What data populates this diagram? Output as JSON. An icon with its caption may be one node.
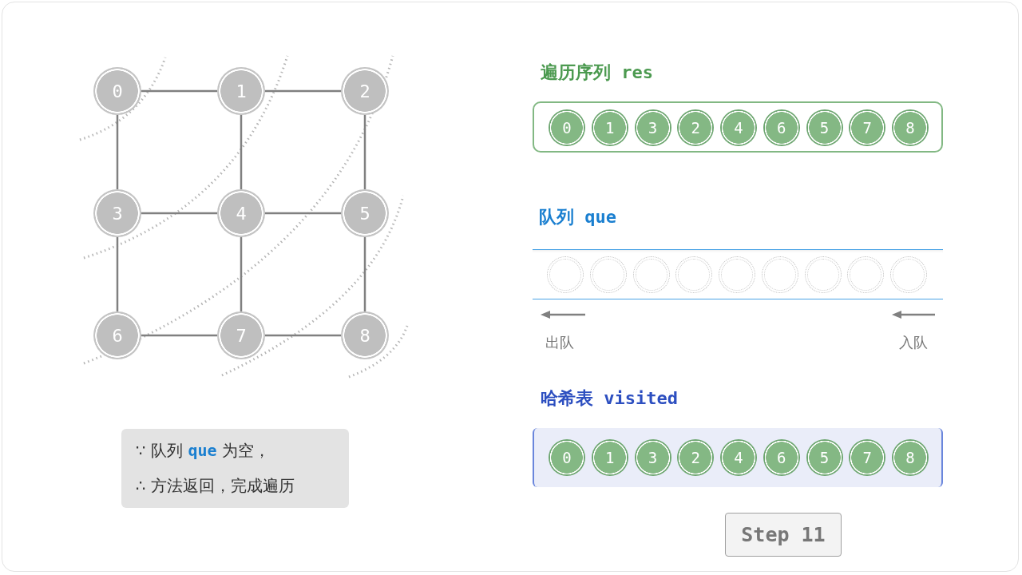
{
  "diagram": {
    "nodes": [
      {
        "text": [
          "0"
        ]
      },
      {
        "text": [
          "1"
        ]
      },
      {
        "text": [
          "2"
        ]
      },
      {
        "text": [
          "3"
        ]
      },
      {
        "text": [
          "4"
        ]
      },
      {
        "text": [
          "5"
        ]
      },
      {
        "text": [
          "6"
        ]
      },
      {
        "text": [
          "7"
        ]
      },
      {
        "text": [
          "8"
        ]
      },
      {
        "text": [
          "遍历序列 res"
        ]
      },
      {
        "text": [
          "0"
        ],
        "in": 9
      },
      {
        "text": [
          "1"
        ],
        "in": 9
      },
      {
        "text": [
          "3"
        ],
        "in": 9
      },
      {
        "text": [
          "2"
        ],
        "in": 9
      },
      {
        "text": [
          "4"
        ],
        "in": 9
      },
      {
        "text": [
          "6"
        ],
        "in": 9
      },
      {
        "text": [
          "5"
        ],
        "in": 9
      },
      {
        "text": [
          "7"
        ],
        "in": 9
      },
      {
        "text": [
          "8"
        ],
        "in": 9
      },
      {
        "text": [
          "队列 que"
        ]
      },
      {
        "text": [],
        "shape": "circle",
        "in": 19
      },
      {
        "text": [],
        "shape": "circle",
        "in": 19
      },
      {
        "text": [],
        "shape": "circle",
        "in": 19
      },
      {
        "text": [],
        "shape": "circle",
        "in": 19
      },
      {
        "text": [],
        "shape": "circle",
        "in": 19
      },
      {
        "text": [],
        "shape": "circle",
        "in": 19
      },
      {
        "text": [],
        "shape": "circle",
        "in": 19
      },
      {
        "text": [],
        "shape": "circle",
        "in": 19
      },
      {
        "text": [],
        "shape": "circle",
        "in": 19
      },
      {
        "text": [
          "哈希表 visited"
        ]
      },
      {
        "text": [
          "0"
        ],
        "in": 29
      },
      {
        "text": [
          "1"
        ],
        "in": 29
      },
      {
        "text": [
          "3"
        ],
        "in": 29
      },
      {
        "text": [
          "2"
        ],
        "in": 29
      },
      {
        "text": [
          "4"
        ],
        "in": 29
      },
      {
        "text": [
          "6"
        ],
        "in": 29
      },
      {
        "text": [
          "5"
        ],
        "in": 29
      },
      {
        "text": [
          "7"
        ],
        "in": 29
      },
      {
        "text": [
          "8"
        ],
        "in": 29
      },
      {
        "text": [
          "∵ 队列 **que** 为空，",
          "∴ 方法返回，完成遍历"
        ]
      },
      {
        "text": [
          "Step 11"
        ]
      }
    ],
    "edges": [
      {
        "from": 0,
        "to": 1,
        "arrow": "none"
      },
      {
        "from": 1,
        "to": 2,
        "arrow": "none"
      },
      {
        "from": 0,
        "to": 3,
        "arrow": "none"
      },
      {
        "from": 1,
        "to": 4,
        "arrow": "none"
      },
      {
        "from": 2,
        "to": 5,
        "arrow": "none"
      },
      {
        "from": 3,
        "to": 4,
        "arrow": "none"
      },
      {
        "from": 4,
        "to": 5,
        "arrow": "none"
      },
      {
        "from": 3,
        "to": 6,
        "arrow": "none"
      },
      {
        "from": 4,
        "to": 7,
        "arrow": "none"
      },
      {
        "from": 5,
        "to": 8,
        "arrow": "none"
      },
      {
        "from": 6,
        "to": 7,
        "arrow": "none"
      },
      {
        "from": 7,
        "to": 8,
        "arrow": "none"
      }
    ],
    "labels": [
      "出队",
      "入队"
    ]
  }
}
